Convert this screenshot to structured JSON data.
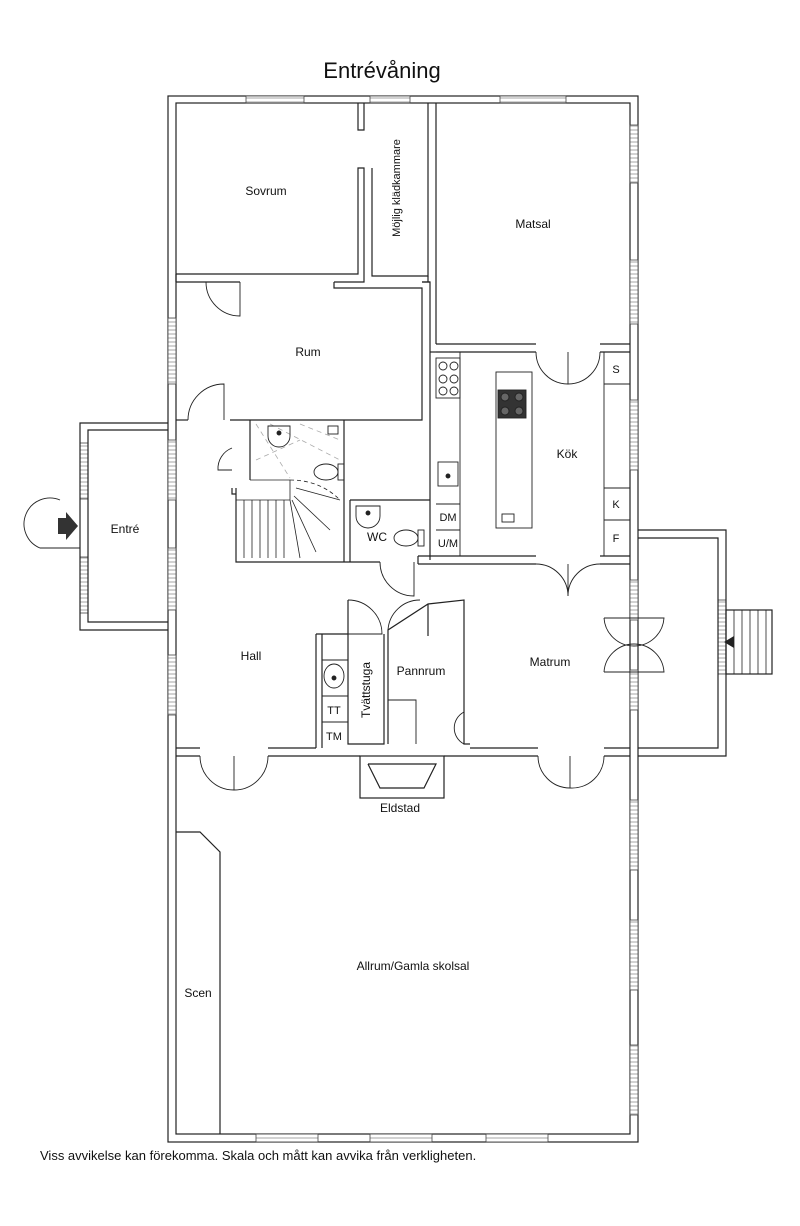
{
  "title": "Entrévåning",
  "note": "Viss avvikelse kan förekomma. Skala och mått kan avvika från verkligheten.",
  "rooms": {
    "sovrum": "Sovrum",
    "kladkammare": "Möjlig klädkammare",
    "matsal": "Matsal",
    "rum": "Rum",
    "kok": "Kök",
    "entre": "Entré",
    "wc": "WC",
    "hall": "Hall",
    "tvattstuga": "Tvättstuga",
    "pannrum": "Pannrum",
    "matrum": "Matrum",
    "eldstad": "Eldstad",
    "allrum": "Allrum/Gamla skolsal",
    "scen": "Scen"
  },
  "fixtures": {
    "s": "S",
    "k": "K",
    "f": "F",
    "dm": "DM",
    "um": "U/M",
    "tt": "TT",
    "tm": "TM"
  }
}
